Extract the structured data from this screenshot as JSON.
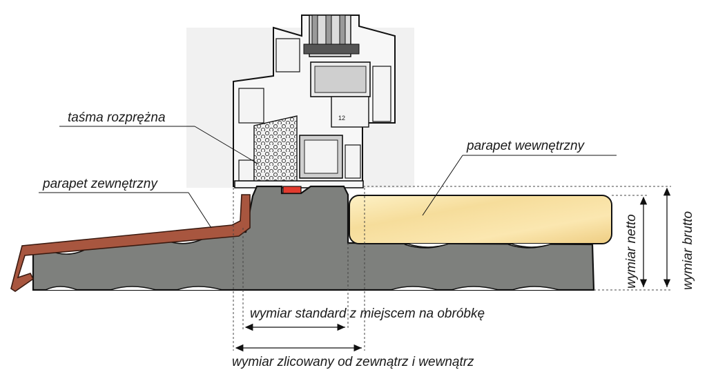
{
  "labels": {
    "tape": "taśma rozprężna",
    "outer_sill": "parapet zewnętrzny",
    "inner_sill": "parapet wewnętrzny",
    "dim_net": "wymiar netto",
    "dim_gross": "wymiar brutto",
    "dim_standard": "wymiar standard z miejscem na obróbkę",
    "dim_flush": "wymiar zlicowany od zewnątrz i wewnątrz",
    "profile_mark": "12"
  },
  "colors": {
    "base_profile": "#7e807d",
    "outer_sill": "#a8563f",
    "inner_sill_light": "#fbe9b4",
    "inner_sill_dark": "#e9c677",
    "seal": "#e23b2e",
    "frame_bg": "#e6e6e6",
    "outline": "#111111"
  }
}
